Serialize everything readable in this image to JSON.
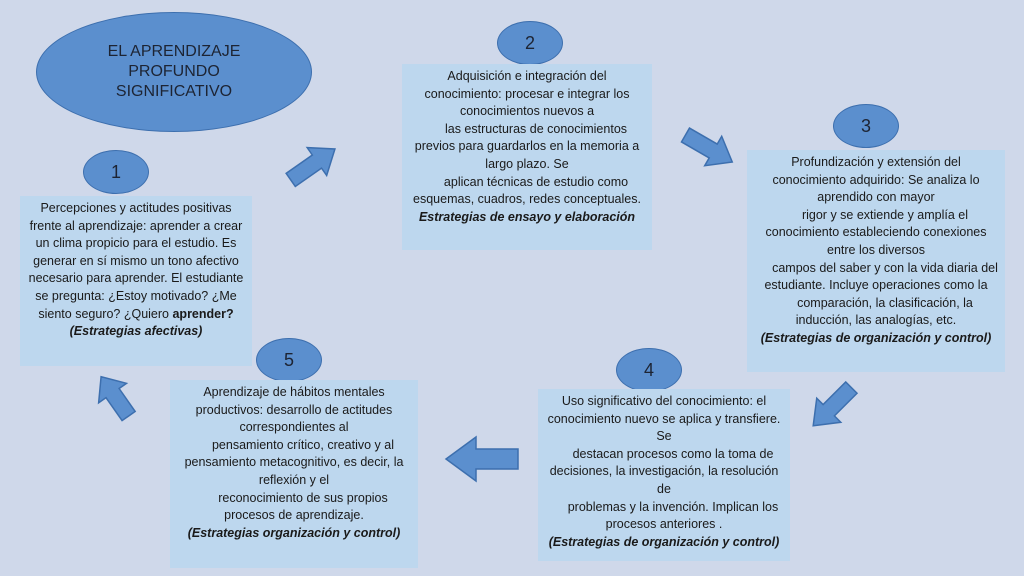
{
  "title": "EL APRENDIZAJE PROFUNDO SIGNIFICATIVO",
  "colors": {
    "background": "#cfd8ea",
    "ellipse": "#5b8fce",
    "box": "#bdd7ee",
    "arrow": "#5b8fce"
  },
  "steps": [
    {
      "number": "1",
      "lines": [
        "Percepciones y actitudes positivas frente al aprendizaje:  aprender a crear un clima propicio para el estudio. Es generar en sí mismo un tono afectivo necesario para aprender. El estudiante se pregunta: ¿Estoy motivado? ¿Me siento seguro? ¿Quiero ",
        "aprender?"
      ],
      "strategy": "(Estrategias afectivas)"
    },
    {
      "number": "2",
      "lines": [
        "Adquisición e integración del conocimiento: procesar e integrar los conocimientos nuevos a",
        "las estructuras de conocimientos previos para  guardarlos en la memoria a largo plazo. Se",
        "aplican técnicas de estudio como esquemas, cuadros, redes conceptuales."
      ],
      "strategy": "Estrategias de ensayo y elaboración"
    },
    {
      "number": "3",
      "lines": [
        "Profundización y extensión del conocimiento adquirido: Se analiza lo aprendido con mayor",
        "rigor y se extiende  y amplía el conocimiento estableciendo conexiones entre los diversos",
        "campos del saber y con la vida diaria del estudiante. Incluye  operaciones como la",
        "comparación, la clasificación, la inducción, las analogías, etc."
      ],
      "strategy": "(Estrategias de organización y control)"
    },
    {
      "number": "4",
      "lines": [
        "Uso significativo del conocimiento: el conocimiento nuevo se aplica y transfiere. Se",
        "destacan procesos como la toma de decisiones, la investigación, la resolución de",
        "problemas y la invención. Implican los procesos anteriores ."
      ],
      "strategy": "(Estrategias de organización y control)"
    },
    {
      "number": "5",
      "lines": [
        "Aprendizaje de hábitos mentales productivos: desarrollo de actitudes correspondientes al",
        "pensamiento crítico, creativo y al pensamiento metacognitivo, es decir, la reflexión y el",
        "reconocimiento de sus propios procesos de aprendizaje."
      ],
      "strategy": "(Estrategias organización y control)"
    }
  ]
}
